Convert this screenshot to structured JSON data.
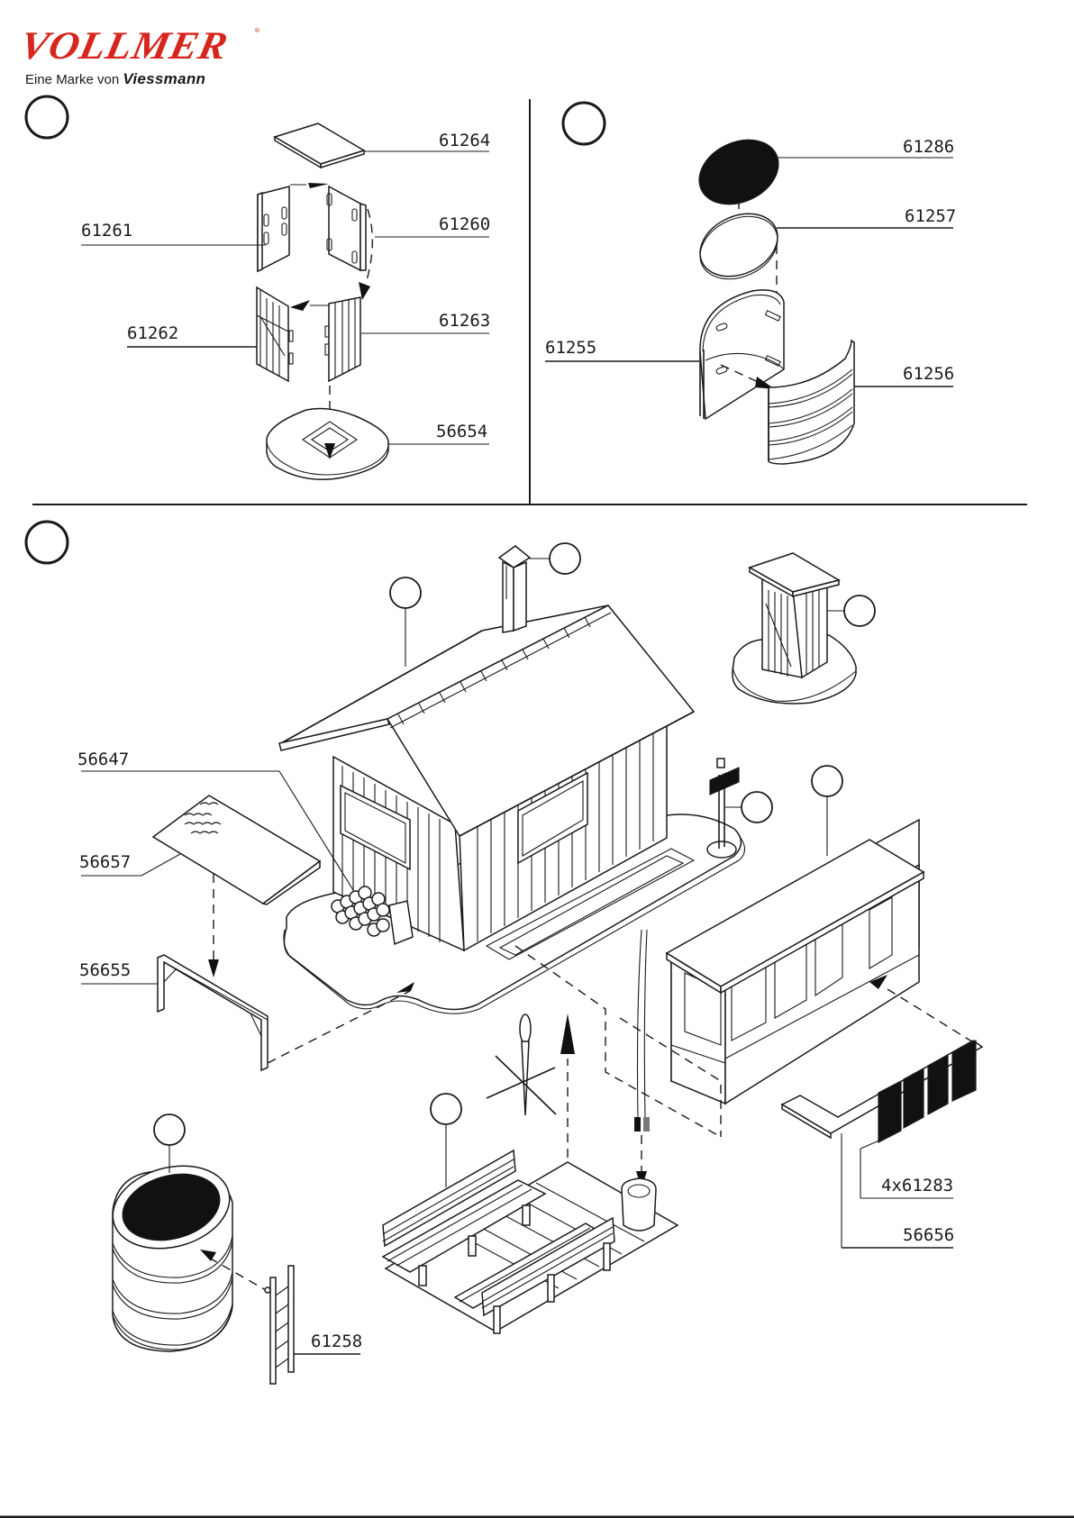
{
  "brand": {
    "name": "VOLLMER",
    "registered": "®",
    "tagline_prefix": "Eine Marke von",
    "tagline_brand": "Viessmann",
    "color": "#d7261e"
  },
  "steps": [
    {
      "id": "step-1",
      "label": "",
      "parts": [
        {
          "number": "61264",
          "desc": "roof-plate"
        },
        {
          "number": "61261",
          "desc": "side-wall-left"
        },
        {
          "number": "61260",
          "desc": "side-wall-right"
        },
        {
          "number": "61262",
          "desc": "door-wall"
        },
        {
          "number": "61263",
          "desc": "back-wall"
        },
        {
          "number": "56654",
          "desc": "base-plate"
        }
      ]
    },
    {
      "id": "step-2",
      "label": "",
      "parts": [
        {
          "number": "61286",
          "desc": "water-surface-black"
        },
        {
          "number": "61257",
          "desc": "tank-lid"
        },
        {
          "number": "61255",
          "desc": "tank-half-inner"
        },
        {
          "number": "61256",
          "desc": "tank-half-outer"
        }
      ]
    },
    {
      "id": "step-3",
      "label": "",
      "parts": [
        {
          "number": "56647",
          "desc": "woodpile"
        },
        {
          "number": "56657",
          "desc": "shelter-roof"
        },
        {
          "number": "56655",
          "desc": "shelter-frame"
        },
        {
          "number": "61258",
          "desc": "ladder"
        },
        {
          "number": "4x61283",
          "desc": "bench-supports"
        },
        {
          "number": "56656",
          "desc": "bench-top"
        }
      ],
      "callouts": [
        "house-roof",
        "chimney",
        "outhouse",
        "sign-post",
        "kiosk",
        "water-tank",
        "bench-set"
      ]
    }
  ]
}
